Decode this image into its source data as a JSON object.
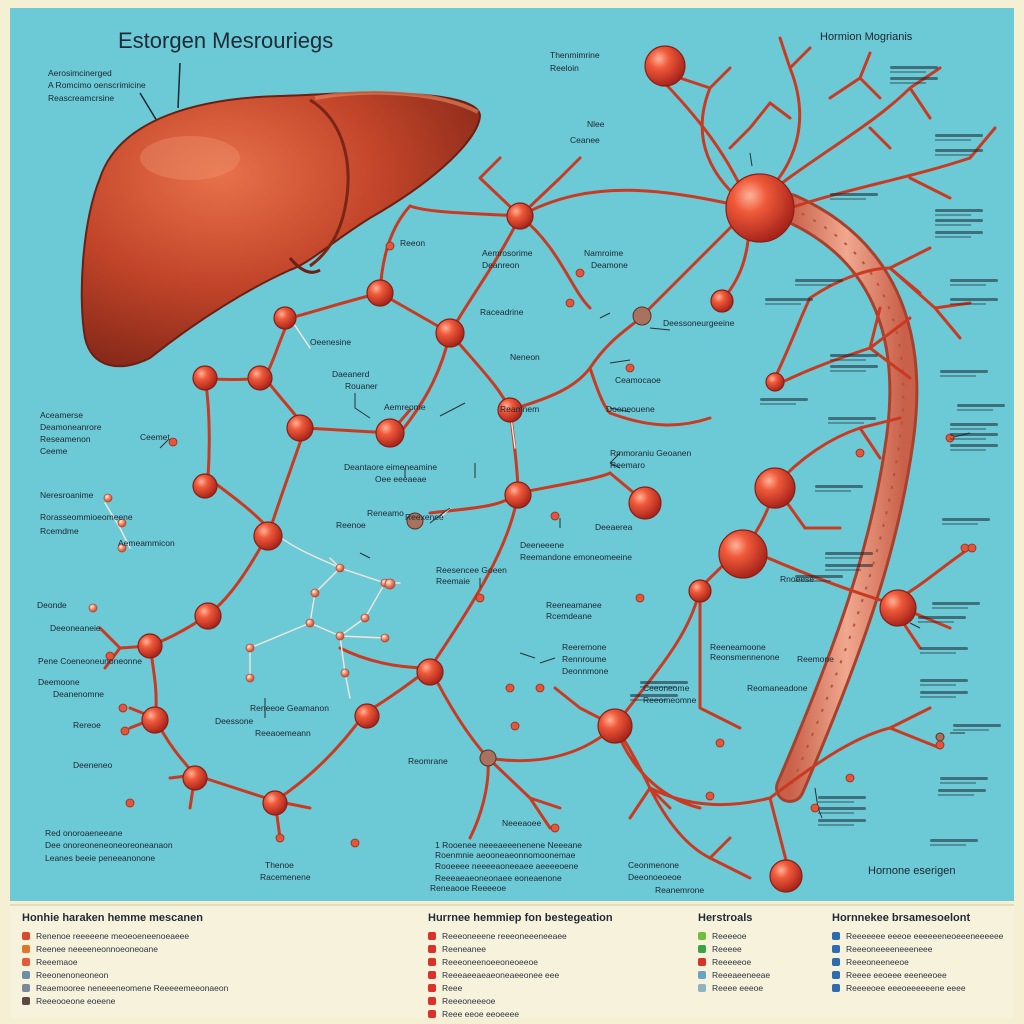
{
  "diagram": {
    "title": "Estorgen Mesrouriegs",
    "title_right": "Hormion Mogrianis",
    "title_bottom_right": "Hornone eserigen",
    "labels": [
      {
        "id": "l1",
        "text": "Aerosimcinerged"
      },
      {
        "id": "l2",
        "text": "A Romcimo oenscrimicine"
      },
      {
        "id": "l3",
        "text": "Reascreamcrsine"
      },
      {
        "id": "l4",
        "text": "Thenmimrine"
      },
      {
        "id": "l5",
        "text": "Reeloin"
      },
      {
        "id": "l6",
        "text": "Nlee"
      },
      {
        "id": "l7",
        "text": "Ceanee"
      },
      {
        "id": "l8",
        "text": "Reeon"
      },
      {
        "id": "l9",
        "text": "Aemrosorime"
      },
      {
        "id": "l10",
        "text": "Deanreon"
      },
      {
        "id": "l11",
        "text": "Namroime"
      },
      {
        "id": "l12",
        "text": "Deamone"
      },
      {
        "id": "l13",
        "text": "Raceadrine"
      },
      {
        "id": "l14",
        "text": "Deessoneurgeeine"
      },
      {
        "id": "l15",
        "text": "Neneon"
      },
      {
        "id": "l16",
        "text": "Oeenesine"
      },
      {
        "id": "l17",
        "text": "Daeanerd"
      },
      {
        "id": "l18",
        "text": "Rouaner"
      },
      {
        "id": "l19",
        "text": "Aemreome"
      },
      {
        "id": "l20",
        "text": "Ceemet"
      },
      {
        "id": "l21",
        "text": "Aceamerse"
      },
      {
        "id": "l22",
        "text": "Deamoneanrore"
      },
      {
        "id": "l23",
        "text": "Reseamenon"
      },
      {
        "id": "l24",
        "text": "Ceeme"
      },
      {
        "id": "l25",
        "text": "Neresroanime"
      },
      {
        "id": "l26",
        "text": "Rorasseommioeomeene"
      },
      {
        "id": "l27",
        "text": "Rcemdme"
      },
      {
        "id": "l28",
        "text": "Aemeammicon"
      },
      {
        "id": "l29",
        "text": "Ceamocaoe"
      },
      {
        "id": "l30",
        "text": "Doeneouene"
      },
      {
        "id": "l31",
        "text": "Reamnem"
      },
      {
        "id": "l32",
        "text": "Deantaore eimeneamine"
      },
      {
        "id": "l33",
        "text": "Oee eeeaeae"
      },
      {
        "id": "l34",
        "text": "Reneamo"
      },
      {
        "id": "l35",
        "text": "Reenoe"
      },
      {
        "id": "l36",
        "text": "Reexenee"
      },
      {
        "id": "l37",
        "text": "Rmmoraniu Geoanen"
      },
      {
        "id": "l38",
        "text": "Reemaro"
      },
      {
        "id": "l39",
        "text": "Deeneeene"
      },
      {
        "id": "l40",
        "text": "Reemandone emoneomeeine"
      },
      {
        "id": "l41",
        "text": "Deeaerea"
      },
      {
        "id": "l42",
        "text": "Reesencee Goeen"
      },
      {
        "id": "l43",
        "text": "Reemaie"
      },
      {
        "id": "l44",
        "text": "Deonde"
      },
      {
        "id": "l45",
        "text": "Deeoneaneie"
      },
      {
        "id": "l46",
        "text": "Pene Coeneoneunoneonne"
      },
      {
        "id": "l47",
        "text": "Deemoone"
      },
      {
        "id": "l48",
        "text": "Deanenomne"
      },
      {
        "id": "l49",
        "text": "Rereoe"
      },
      {
        "id": "l50",
        "text": "Deeneneo"
      },
      {
        "id": "l51",
        "text": "Reneeoe Geamanon"
      },
      {
        "id": "l52",
        "text": "Deessone"
      },
      {
        "id": "l53",
        "text": "Reeaoemeann"
      },
      {
        "id": "l54",
        "text": "Reeneamanee"
      },
      {
        "id": "l55",
        "text": "Rcemdeane"
      },
      {
        "id": "l56",
        "text": "Reeremone"
      },
      {
        "id": "l57",
        "text": "Rennroume"
      },
      {
        "id": "l58",
        "text": "Deonnmone"
      },
      {
        "id": "l59",
        "text": "Reomrane"
      },
      {
        "id": "l60",
        "text": "Neeeaoee"
      },
      {
        "id": "l61",
        "text": "Red onoroaeneeane"
      },
      {
        "id": "l62",
        "text": "Dee onoreoneneoneoreoneanaon"
      },
      {
        "id": "l63",
        "text": "Leanes beeie peneeanonone"
      },
      {
        "id": "l64",
        "text": "Thenoe"
      },
      {
        "id": "l65",
        "text": "Racemenene"
      },
      {
        "id": "l66",
        "text": "1 Rooenee neeeaeeenenene Neeeane"
      },
      {
        "id": "l67",
        "text": "Roenmnie aeooneaeonnomoonemae"
      },
      {
        "id": "l68",
        "text": "Rooeeee neeeeaoneeaee aeeeeoene"
      },
      {
        "id": "l69",
        "text": "Reeeaeaeoneonaee eoneaenone"
      },
      {
        "id": "l70",
        "text": "Reneaooe Reeeeoe"
      },
      {
        "id": "l71",
        "text": "Ceonmenone"
      },
      {
        "id": "l72",
        "text": "Deeonoeoeoe"
      },
      {
        "id": "l73",
        "text": "Reanemrone"
      },
      {
        "id": "l74",
        "text": "Reeneamoone"
      },
      {
        "id": "l75",
        "text": "Reonsmennenone"
      },
      {
        "id": "l76",
        "text": "Ceeoneome"
      },
      {
        "id": "l77",
        "text": "Reeomeomne"
      },
      {
        "id": "l78",
        "text": "Reomaneadone"
      },
      {
        "id": "l79",
        "text": "Reemone"
      },
      {
        "id": "l80",
        "text": "Rnoeese"
      }
    ]
  },
  "legend": {
    "columns": [
      {
        "heading": "Honhie haraken hemme mescanen",
        "items": [
          {
            "text": "Renenoe reeeeene meoeoeneenoeaeee",
            "color": "#d94a2e"
          },
          {
            "text": "Reenee neeeeneonnoeoneoane",
            "color": "#e0742a"
          },
          {
            "text": "Reeemaoe",
            "color": "#e25b3a"
          },
          {
            "text": "Reeonenoneoneon",
            "color": "#6b8fa3"
          },
          {
            "text": "Reaemooree neneeeneomene Reeeeemeeonaeon",
            "color": "#7a8a9a"
          },
          {
            "text": "Reeeooeone eoeene",
            "color": "#5a4a40"
          }
        ]
      },
      {
        "heading": "Hurrnee hemmiep fon bestegeation",
        "items": [
          {
            "text": "Reeeoneeene reeeoneeeneeaee",
            "color": "#d8322a"
          },
          {
            "text": "Reeneanee",
            "color": "#d8322a"
          },
          {
            "text": "Reeeoneenoeeoneoeeoe",
            "color": "#d8322a"
          },
          {
            "text": "Reeeaeeaeaeoneaeeonee eee",
            "color": "#d8322a"
          },
          {
            "text": "Reee",
            "color": "#d8322a"
          },
          {
            "text": "Reeeoneeeoe",
            "color": "#d8322a"
          },
          {
            "text": "Reee eeoe eeoeeee",
            "color": "#d8322a"
          }
        ]
      },
      {
        "heading": "Herstroals",
        "items": [
          {
            "text": "Reeeeoe",
            "color": "#6fbf3c"
          },
          {
            "text": "Reeeee",
            "color": "#3aa34a"
          },
          {
            "text": "Reeeeeoe",
            "color": "#d8322a"
          },
          {
            "text": "Reeeaeeneeae",
            "color": "#6aa3c4"
          },
          {
            "text": "Reeee eeeoe",
            "color": "#8fb3c4"
          }
        ]
      },
      {
        "heading": "Hornnekee brsamesoelont",
        "items": [
          {
            "text": "Reeeeeee eeeoe eeeeeeneoeeeneeeeee",
            "color": "#2f6bb0"
          },
          {
            "text": "Reeeoneeeeneeeneee",
            "color": "#2f6bb0"
          },
          {
            "text": "Reeeoneeneeoe",
            "color": "#2f6bb0"
          },
          {
            "text": "Reeee eeoeee eeeneeoee",
            "color": "#2f6bb0"
          },
          {
            "text": "Reeeeoee eeeoeeeeeene eeee",
            "color": "#2f6bb0"
          }
        ]
      }
    ]
  },
  "colors": {
    "background": "#6ccad6",
    "liver": "#b83a22",
    "vessel": "#cf3d22",
    "node": "#e0452a",
    "spine": "#e5917c",
    "legend_bg": "#f7f2dc"
  }
}
